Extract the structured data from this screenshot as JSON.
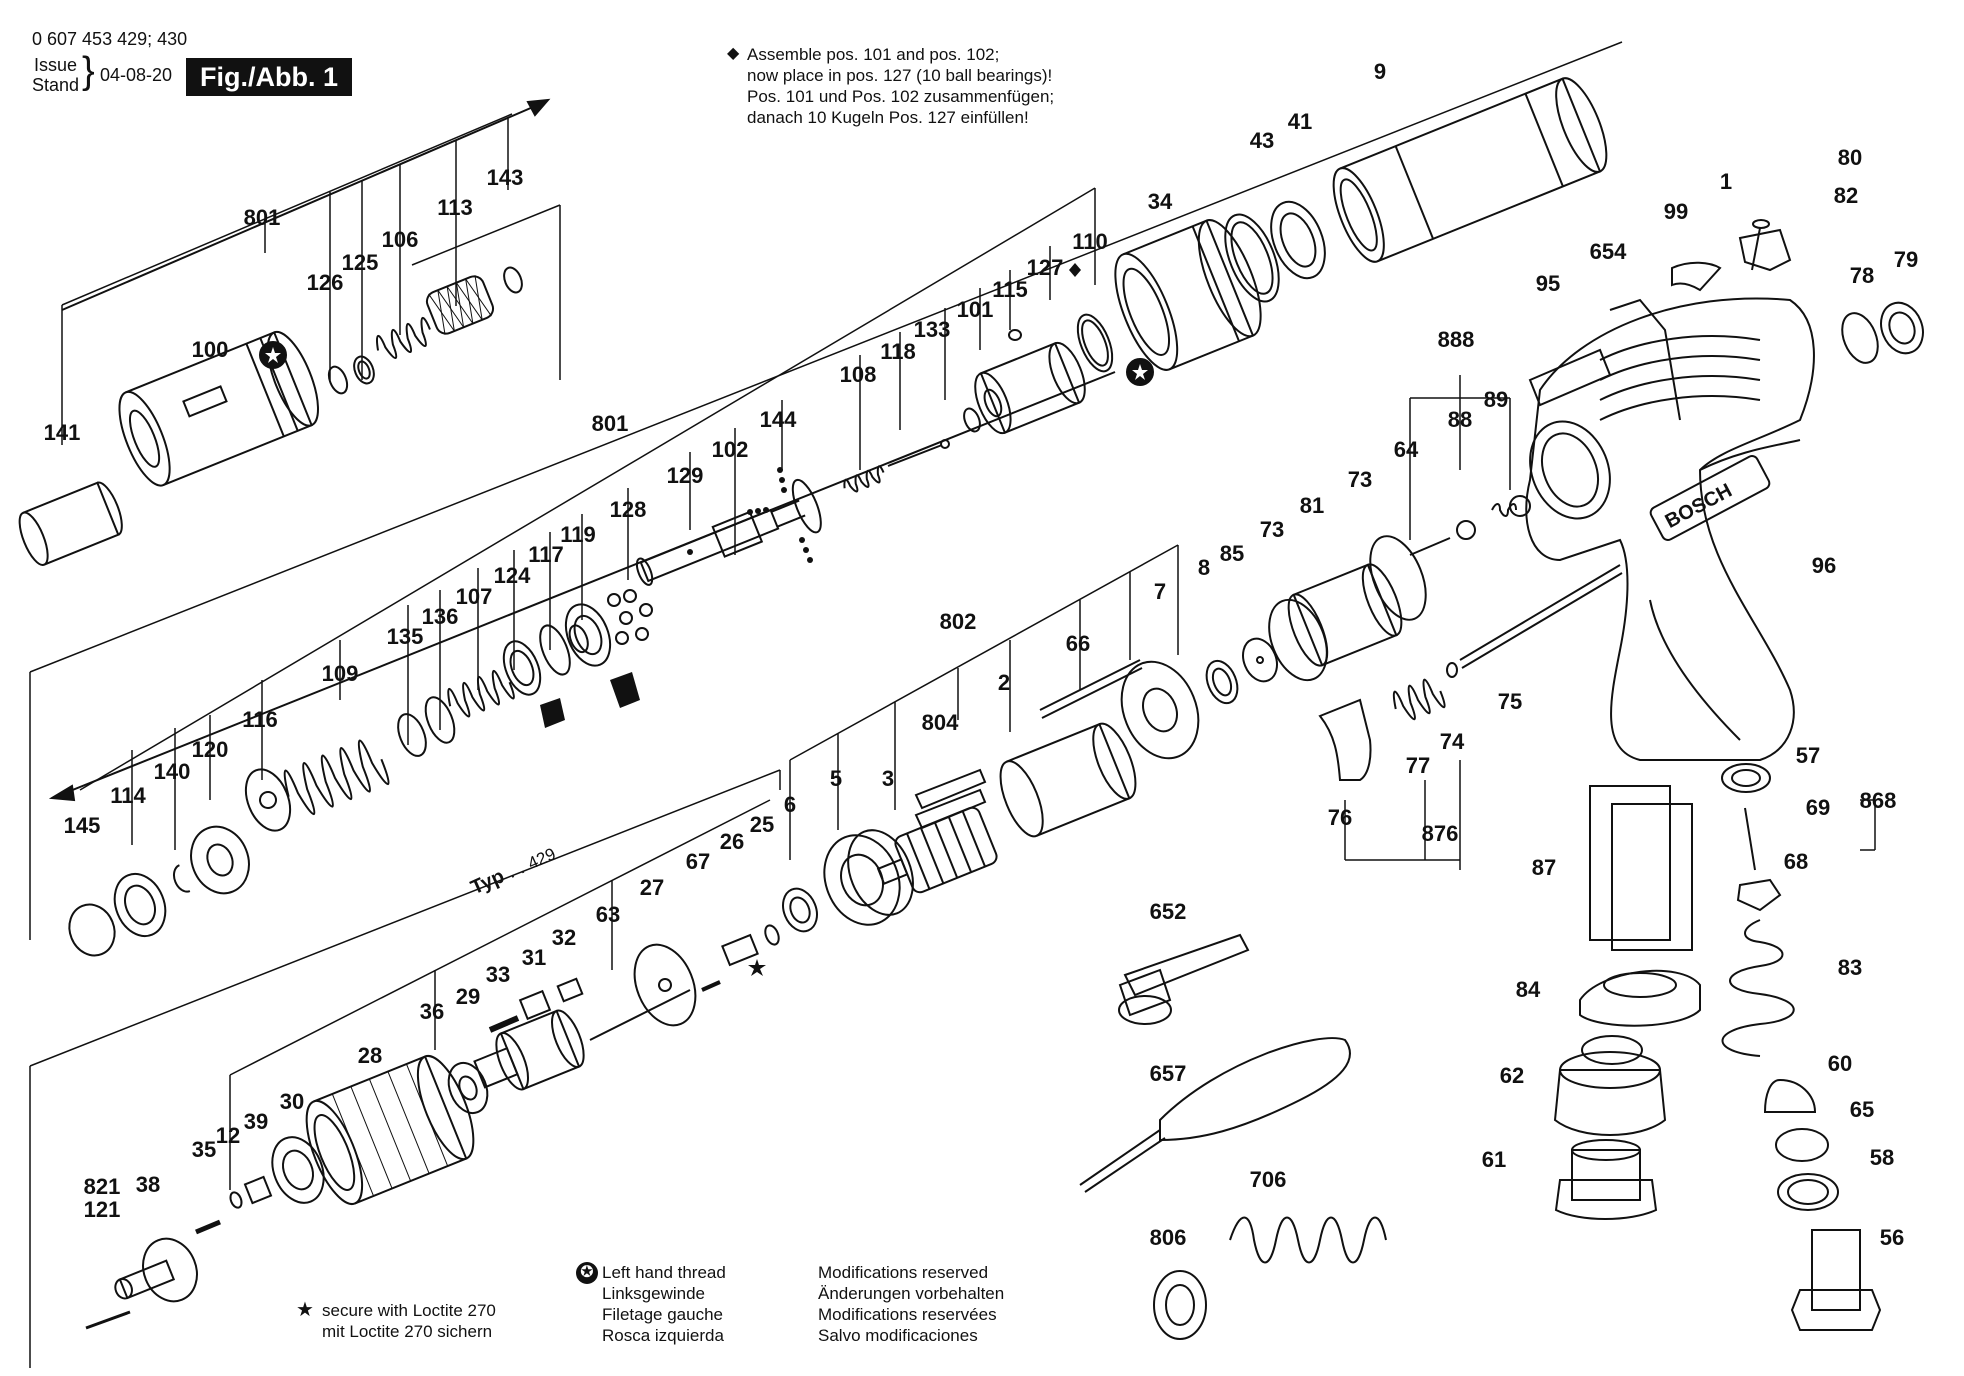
{
  "header": {
    "part_number": "0 607 453 429; 430",
    "issue_label": "Issue",
    "stand_label": "Stand",
    "date": "04-08-20",
    "figure_label": "Fig./Abb. 1"
  },
  "assembly_note": {
    "line1": "Assemble pos. 101 and pos. 102;",
    "line2": "now place in pos. 127 (10 ball bearings)!",
    "line3": "Pos. 101 und Pos. 102 zusammenfügen;",
    "line4": "danach 10 Kugeln Pos. 127 einfüllen!"
  },
  "type_label": "Typ",
  "type_number": "429",
  "legend_loctite": {
    "line1": "secure with Loctite 270",
    "line2": "mit Loctite 270 sichern"
  },
  "legend_thread": {
    "line1": "Left hand thread",
    "line2": "Linksgewinde",
    "line3": "Filetage gauche",
    "line4": "Rosca izquierda"
  },
  "legend_modifications": {
    "line1": "Modifications reserved",
    "line2": "Änderungen vorbehalten",
    "line3": "Modifications reservées",
    "line4": "Salvo modificaciones"
  },
  "brand_text": "BOSCH",
  "parts": [
    "801",
    "143",
    "113",
    "106",
    "125",
    "126",
    "100",
    "141",
    "9",
    "43",
    "41",
    "34",
    "110",
    "127",
    "115",
    "101",
    "133",
    "118",
    "108",
    "144",
    "102",
    "129",
    "128",
    "801",
    "119",
    "117",
    "124",
    "107",
    "136",
    "135",
    "109",
    "116",
    "120",
    "140",
    "114",
    "145",
    "1",
    "80",
    "82",
    "99",
    "654",
    "95",
    "79",
    "78",
    "888",
    "88",
    "89",
    "64",
    "73",
    "81",
    "73",
    "96",
    "85",
    "8",
    "7",
    "66",
    "802",
    "2",
    "804",
    "3",
    "5",
    "6",
    "25",
    "26",
    "67",
    "27",
    "63",
    "32",
    "31",
    "33",
    "29",
    "36",
    "28",
    "30",
    "39",
    "12",
    "35",
    "38",
    "821",
    "121",
    "75",
    "74",
    "77",
    "76",
    "876",
    "57",
    "69",
    "868",
    "68",
    "87",
    "84",
    "83",
    "62",
    "60",
    "65",
    "61",
    "58",
    "56",
    "652",
    "657",
    "706",
    "806"
  ]
}
